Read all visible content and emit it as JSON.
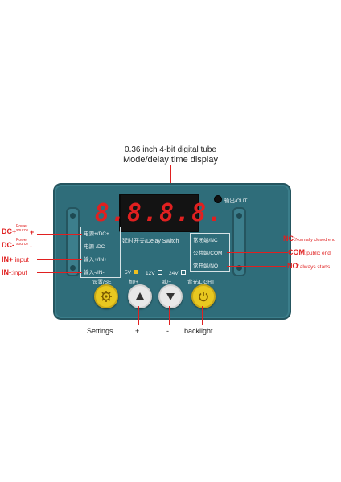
{
  "captions": {
    "line1": "0.36 inch 4-bit digital tube",
    "line2": "Mode/delay time display"
  },
  "display": {
    "digits": "8.8.8.8."
  },
  "output": {
    "label": "输出/OUT"
  },
  "left_pins": [
    {
      "label": "电源+/DC+"
    },
    {
      "label": "电源-/DC-"
    },
    {
      "label": "输入+/IN+"
    },
    {
      "label": "输入-/IN-"
    }
  ],
  "middle": {
    "label": "延时开关/Delay Switch"
  },
  "right_pins": [
    {
      "label": "常闭端/NC"
    },
    {
      "label": "公共端/COM"
    },
    {
      "label": "常开端/NO"
    }
  ],
  "voltages": {
    "v5": "5V",
    "v12": "12V",
    "v24": "24V"
  },
  "buttons": {
    "set": "设置/SET",
    "plus": "加/+",
    "minus": "减/−",
    "light": "背光/LIGHT"
  },
  "left_annotations": [
    {
      "code": "DC+",
      "note": "Power source",
      "sign": "+"
    },
    {
      "code": "DC-",
      "note": "Power source",
      "sign": "-"
    },
    {
      "code": "IN+",
      "note": "input"
    },
    {
      "code": "IN-",
      "note": "input"
    }
  ],
  "right_annotations": [
    {
      "code": "NC",
      "note": "Normally closed end"
    },
    {
      "code": "COM",
      "note": "public end"
    },
    {
      "code": "NO",
      "note": "always starts"
    }
  ],
  "bottom_labels": {
    "settings": "Settings",
    "plus": "+",
    "minus": "-",
    "backlight": "backlight"
  },
  "colors": {
    "body": "#2f6d7a",
    "digit": "#e02020",
    "annotation": "#e02020",
    "light_button": "#e8c820"
  }
}
